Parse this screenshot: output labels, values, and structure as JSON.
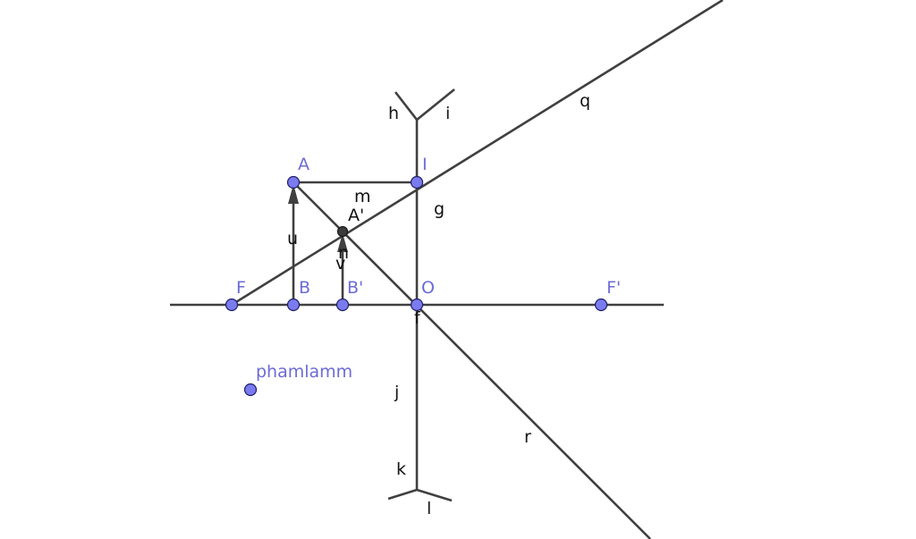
{
  "diagram": {
    "points": {
      "A": {
        "label": "A"
      },
      "I": {
        "label": "I"
      },
      "A_prime": {
        "label": "A'"
      },
      "F": {
        "label": "F"
      },
      "B": {
        "label": "B"
      },
      "B_prime": {
        "label": "B'"
      },
      "O": {
        "label": "O"
      },
      "F_prime": {
        "label": "F'"
      },
      "phamlamm": {
        "label": "phamlamm"
      }
    },
    "lines": {
      "h": "h",
      "i": "i",
      "q": "q",
      "m": "m",
      "g": "g",
      "u": "u",
      "v": "v",
      "n": "n",
      "f": "f",
      "j": "j",
      "k": "k",
      "l": "l",
      "r": "r"
    },
    "colors": {
      "line": "#404040",
      "point_fill": "#7b7bf0",
      "point_label": "#6b6bd6",
      "image_point_fill": "#3c3c3c"
    }
  }
}
